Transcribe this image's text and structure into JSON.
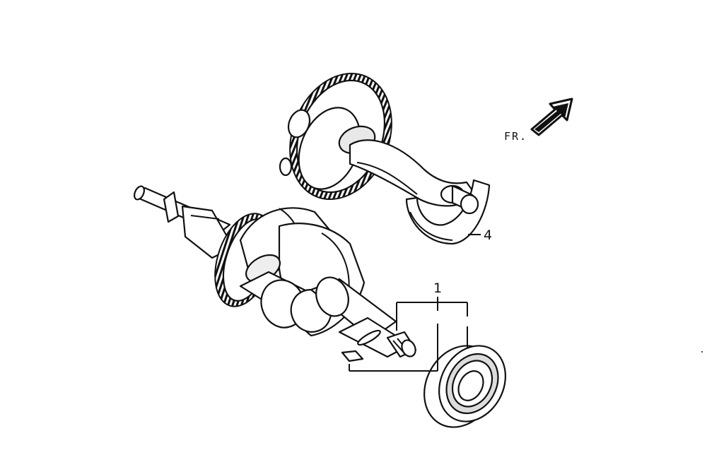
{
  "diagram": {
    "direction_label": "FR.",
    "direction_icon": "arrow-up-right-icon",
    "callouts": {
      "crankshaft_assembly": "1",
      "balancer": "4"
    },
    "colors": {
      "ink": "#111111",
      "paper": "#ffffff",
      "shade": "#dcdcdc"
    }
  }
}
